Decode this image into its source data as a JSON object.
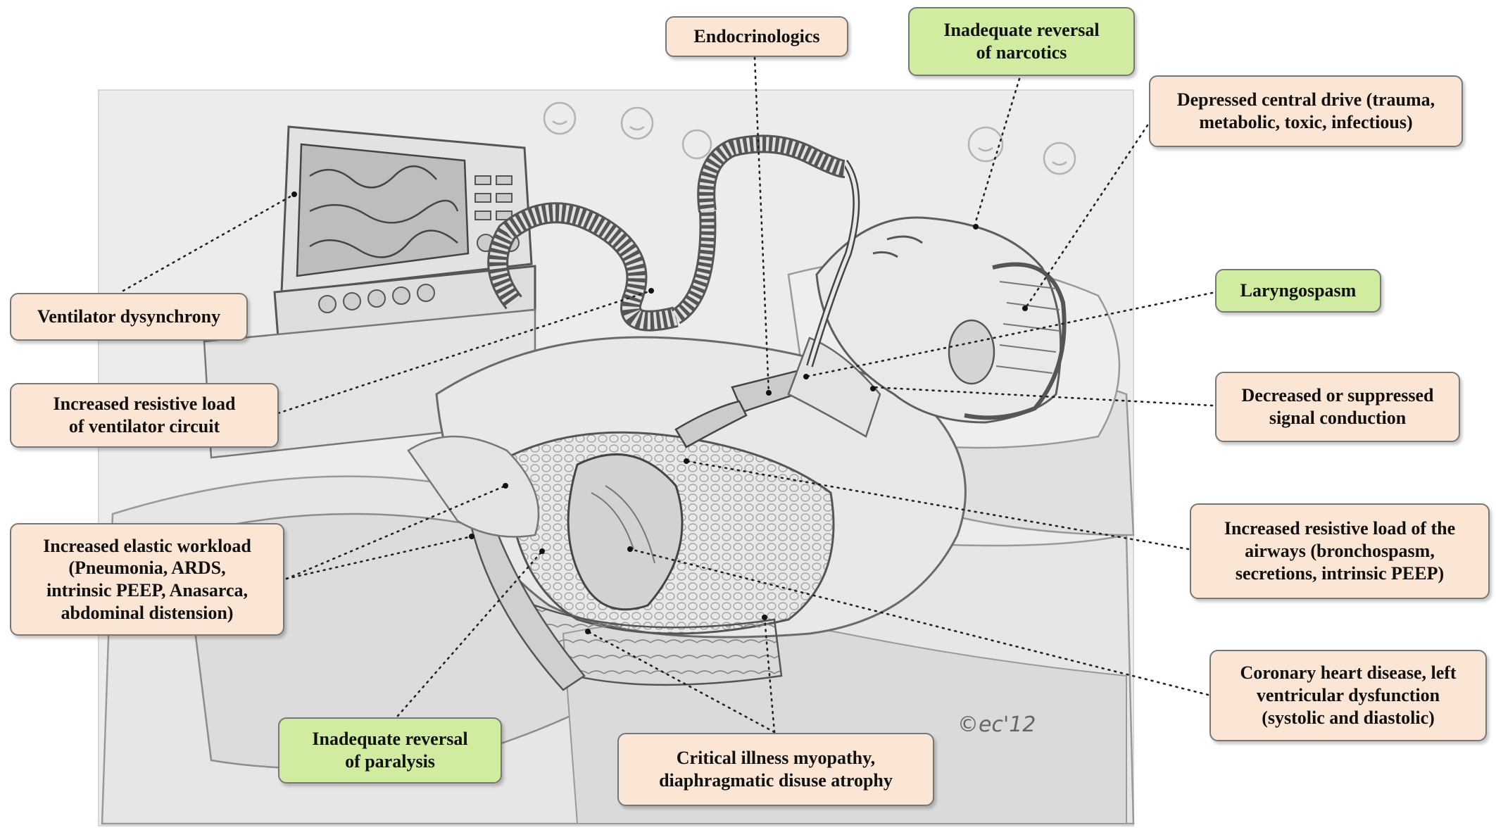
{
  "labels": {
    "endocrinologics": "Endocrinologics",
    "narcotics": [
      "Inadequate reversal",
      "of narcotics"
    ],
    "central_drive": [
      "Depressed central drive (trauma,",
      "metabolic, toxic, infectious)"
    ],
    "ventilator_dysynchrony": "Ventilator dysynchrony",
    "laryngospasm": "Laryngospasm",
    "resistive_circuit": [
      "Increased resistive load",
      "of ventilator circuit"
    ],
    "signal_conduction": [
      "Decreased or suppressed",
      "signal conduction"
    ],
    "elastic_workload": [
      "Increased elastic workload",
      "(Pneumonia, ARDS,",
      "intrinsic PEEP, Anasarca,",
      "abdominal distension)"
    ],
    "resistive_airways": [
      "Increased resistive load of the",
      "airways (bronchospasm,",
      "secretions, intrinsic PEEP)"
    ],
    "coronary": [
      "Coronary heart disease, left",
      "ventricular dysfunction",
      "(systolic and diastolic)"
    ],
    "paralysis": [
      "Inadequate reversal",
      "of paralysis"
    ],
    "myopathy": [
      "Critical illness myopathy,",
      "diaphragmatic disuse atrophy"
    ]
  },
  "signature": "©ec'12",
  "colors": {
    "peach_box": "#fbe6d6",
    "green_box": "#cfeca0",
    "box_border": "#777777",
    "leader_line": "#222222"
  }
}
